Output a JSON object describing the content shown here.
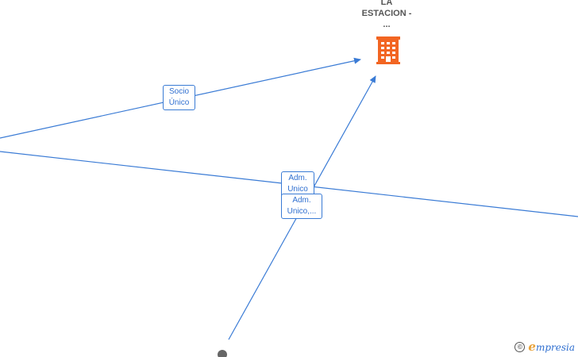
{
  "company_node": {
    "title_lines": [
      "LA",
      "ESTACION -",
      "..."
    ],
    "icon": "building-icon",
    "color": "#f26522"
  },
  "edges": {
    "socio_unico": {
      "line1": "Socio",
      "line2": "Único"
    },
    "adm_unico_1": {
      "line1": "Adm.",
      "line2": "Unico"
    },
    "adm_unico_2": {
      "line1": "Adm.",
      "line2": "Unico,..."
    }
  },
  "colors": {
    "edge": "#3a7bd5",
    "label_text": "#2f6fd0",
    "person_node": "#666666"
  },
  "brand": {
    "copyright_symbol": "©",
    "initial": "e",
    "rest": "mpresia"
  }
}
